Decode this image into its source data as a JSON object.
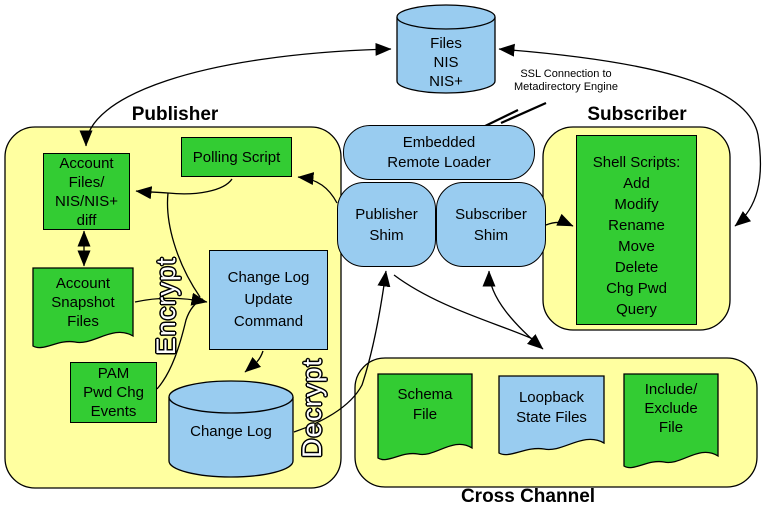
{
  "diagram": {
    "titles": {
      "publisher": "Publisher",
      "subscriber": "Subscriber",
      "cross_channel": "Cross Channel"
    },
    "annotations": {
      "ssl_line1": "SSL Connection to",
      "ssl_line2": "Metadirectory Engine",
      "encrypt": "Encrypt",
      "decrypt": "Decrypt"
    },
    "nodes": {
      "files_store": {
        "shape": "cylinder",
        "color": "blue",
        "lines": [
          "Files",
          "NIS",
          "NIS+"
        ]
      },
      "account_files": {
        "shape": "rect",
        "color": "green",
        "lines": [
          "Account",
          "Files/",
          "NIS/NIS+",
          "diff"
        ]
      },
      "polling_script": {
        "shape": "rect",
        "color": "green",
        "lines": [
          "Polling Script"
        ]
      },
      "account_snapshot": {
        "shape": "document",
        "color": "green",
        "lines": [
          "Account",
          "Snapshot",
          "Files"
        ]
      },
      "pam_events": {
        "shape": "rect",
        "color": "green",
        "lines": [
          "PAM",
          "Pwd Chg",
          "Events"
        ]
      },
      "change_log_update": {
        "shape": "rect",
        "color": "blue",
        "lines": [
          "Change Log",
          "Update",
          "Command"
        ]
      },
      "change_log": {
        "shape": "cylinder",
        "color": "blue",
        "lines": [
          "Change Log"
        ]
      },
      "embedded_remote_loader": {
        "shape": "rounded",
        "color": "blue",
        "lines": [
          "Embedded",
          "Remote Loader"
        ]
      },
      "publisher_shim": {
        "shape": "rounded",
        "color": "blue",
        "lines": [
          "Publisher",
          "Shim"
        ]
      },
      "subscriber_shim": {
        "shape": "rounded",
        "color": "blue",
        "lines": [
          "Subscriber",
          "Shim"
        ]
      },
      "shell_scripts": {
        "shape": "rect",
        "color": "green",
        "lines": [
          "Shell Scripts:",
          "Add",
          "Modify",
          "Rename",
          "Move",
          "Delete",
          "Chg Pwd",
          "Query"
        ]
      },
      "schema_file": {
        "shape": "document",
        "color": "green",
        "lines": [
          "Schema",
          "File"
        ]
      },
      "loopback_state_files": {
        "shape": "document",
        "color": "blue",
        "lines": [
          "Loopback",
          "State Files"
        ]
      },
      "include_exclude_file": {
        "shape": "document",
        "color": "green",
        "lines": [
          "Include/",
          "Exclude",
          "File"
        ]
      }
    },
    "colors": {
      "container_fill": "#FFFFA0",
      "node_green": "#33CC33",
      "node_blue": "#99CCF0",
      "outline": "#000000",
      "background": "#FFFFFF"
    }
  }
}
